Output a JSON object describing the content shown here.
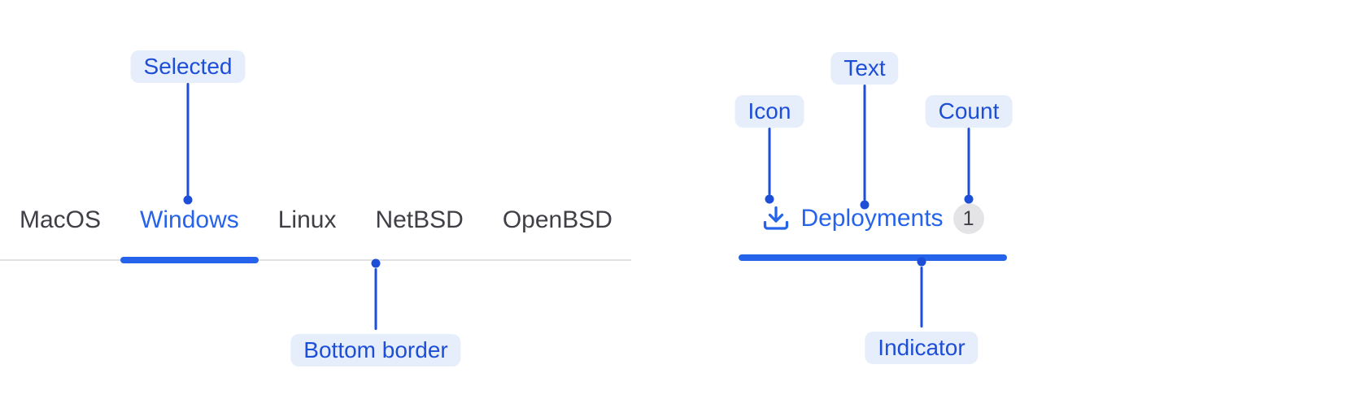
{
  "component": {
    "os_tabs": {
      "items": [
        {
          "label": "MacOS",
          "selected": false
        },
        {
          "label": "Windows",
          "selected": true
        },
        {
          "label": "Linux",
          "selected": false
        },
        {
          "label": "NetBSD",
          "selected": false
        },
        {
          "label": "OpenBSD",
          "selected": false
        }
      ]
    },
    "deployments_tab": {
      "icon": "download-icon",
      "label": "Deployments",
      "count": "1",
      "selected": true
    }
  },
  "annotations": {
    "selected": {
      "label": "Selected"
    },
    "bottom_border": {
      "label": "Bottom border"
    },
    "icon": {
      "label": "Icon"
    },
    "text": {
      "label": "Text"
    },
    "count": {
      "label": "Count"
    },
    "indicator": {
      "label": "Indicator"
    }
  },
  "colors": {
    "accent_blue": "#2563eb",
    "annotation_blue": "#1d4ed8",
    "annotation_pill_bg": "#e7eefb",
    "tab_text": "#3f3f46",
    "divider_gray": "#dfe1e4",
    "badge_bg": "#e4e4e7",
    "badge_text": "#3f3f46"
  }
}
